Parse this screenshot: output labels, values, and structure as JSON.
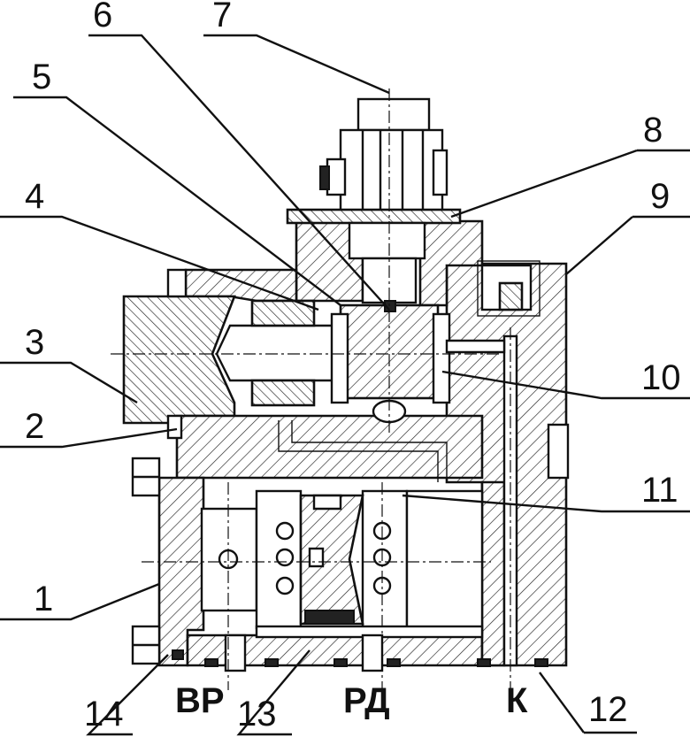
{
  "figure": {
    "callouts": [
      "1",
      "2",
      "3",
      "4",
      "5",
      "6",
      "7",
      "8",
      "9",
      "10",
      "11",
      "12",
      "13",
      "14"
    ],
    "ports": [
      "ВР",
      "РД",
      "К"
    ]
  }
}
